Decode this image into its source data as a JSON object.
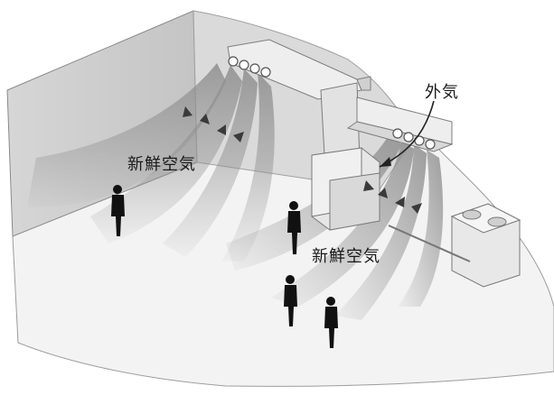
{
  "diagram": {
    "labels": {
      "fresh_air_left": "新鮮空気",
      "fresh_air_right": "新鮮空気",
      "outside_air": "外気"
    },
    "icons": [
      "duct-icon",
      "diffuser-icon",
      "air-handling-unit-icon",
      "outdoor-unit-icon",
      "person-icon",
      "airflow-arrow-icon"
    ],
    "colors": {
      "wall": "#cfcfcf",
      "floor": "#f2f2f2",
      "airflow": "#9a9a9a",
      "figure": "#111111",
      "equipment": "#e6e6e6"
    }
  }
}
